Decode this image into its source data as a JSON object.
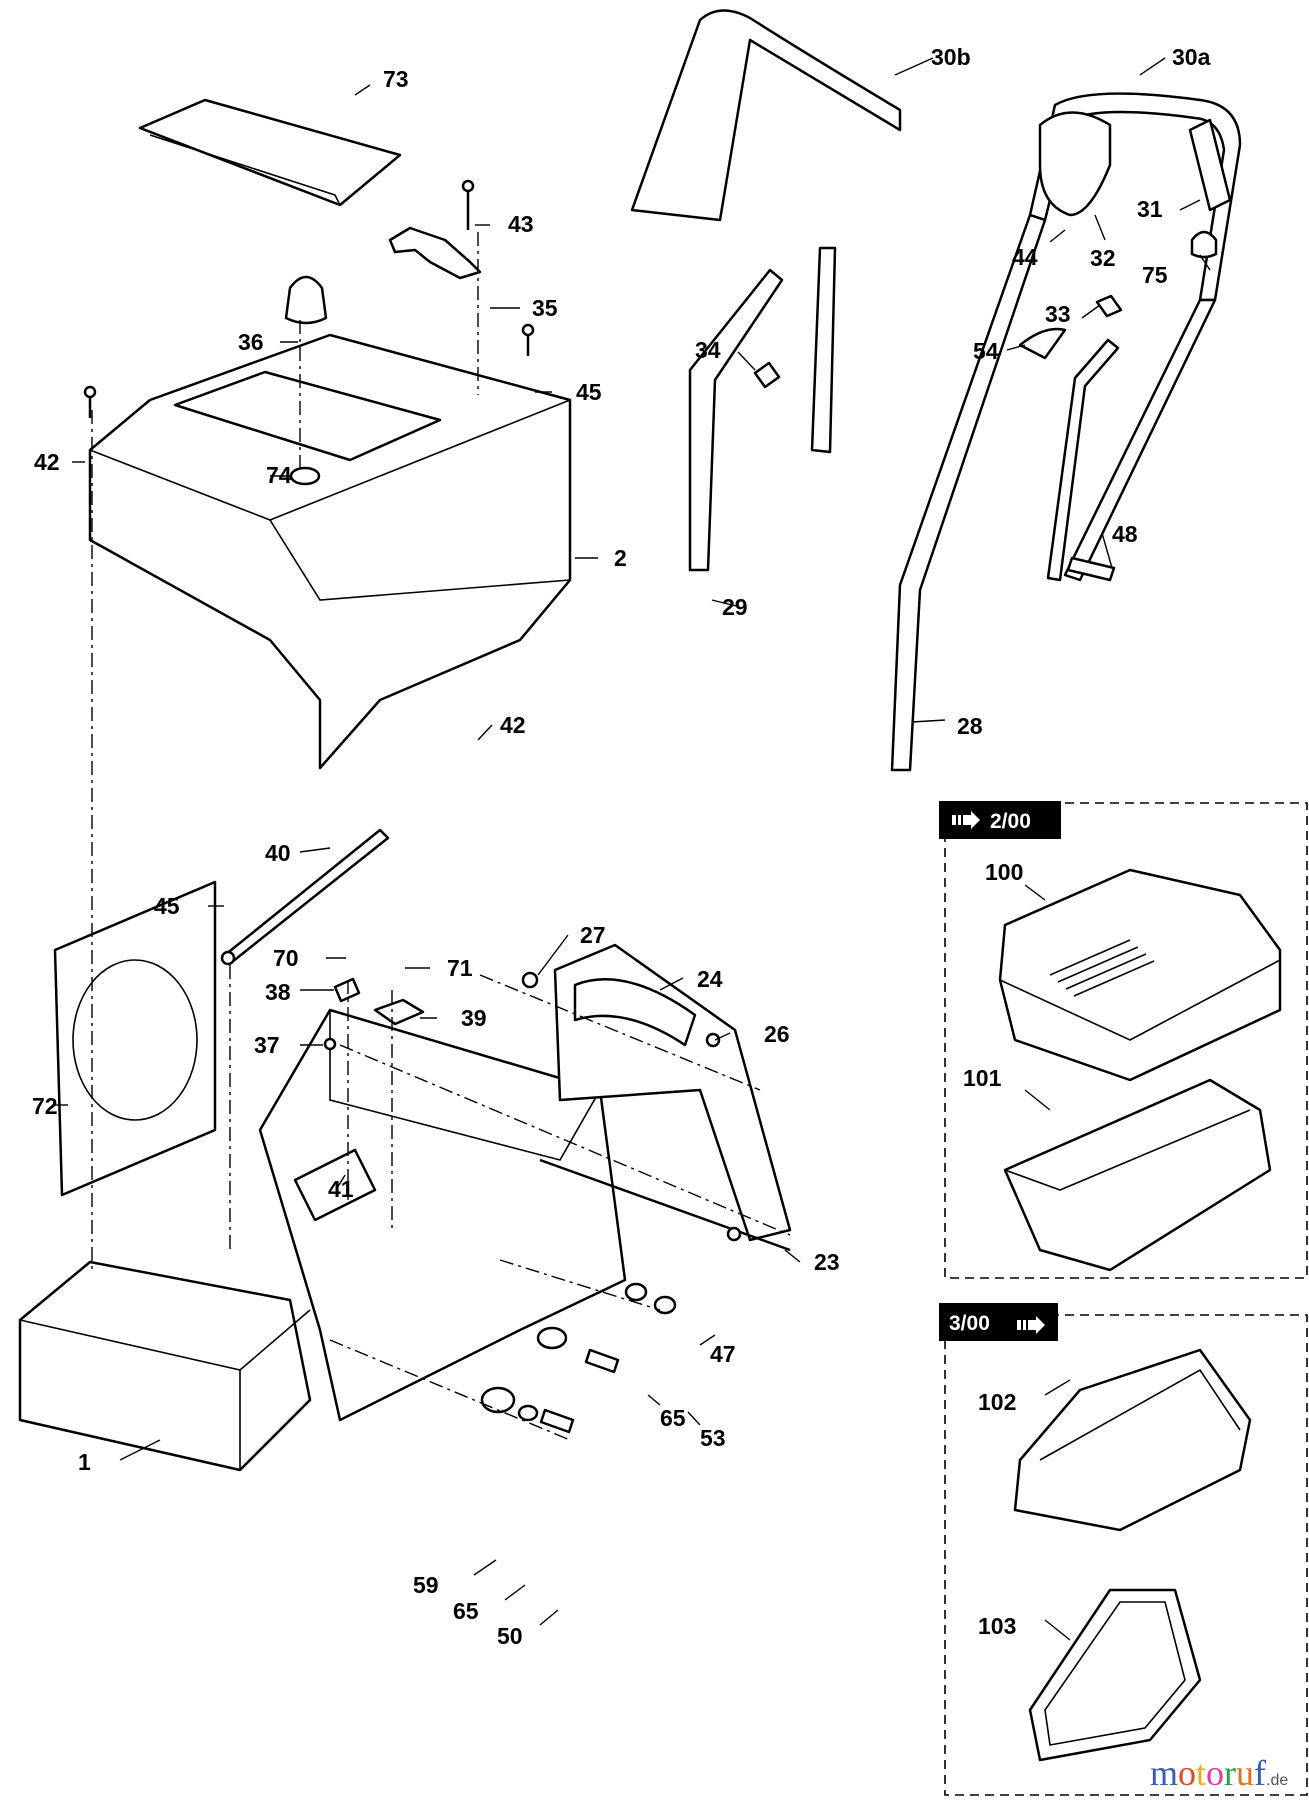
{
  "diagram": {
    "labels": [
      "73",
      "43",
      "35",
      "36",
      "45",
      "42",
      "74",
      "2",
      "42",
      "40",
      "45",
      "70",
      "71",
      "27",
      "24",
      "38",
      "39",
      "37",
      "26",
      "72",
      "41",
      "23",
      "47",
      "65",
      "53",
      "59",
      "65",
      "50",
      "1",
      "30b",
      "30a",
      "31",
      "44",
      "32",
      "75",
      "33",
      "54",
      "34",
      "48",
      "29",
      "28",
      "100",
      "101",
      "102",
      "103"
    ],
    "variant_boxes": [
      {
        "header": "2/00",
        "arrow": "right-arrow-icon",
        "arrow_position": "before"
      },
      {
        "header": "3/00",
        "arrow": "right-arrow-icon",
        "arrow_position": "after"
      }
    ],
    "watermark": {
      "text": "motoruf",
      "suffix": ".de",
      "colors": [
        "#3b5bb5",
        "#d94b2b",
        "#e8b21c",
        "#e0409a",
        "#2aa04a",
        "#e07020",
        "#3b5bb5",
        "#e8a010"
      ]
    }
  }
}
